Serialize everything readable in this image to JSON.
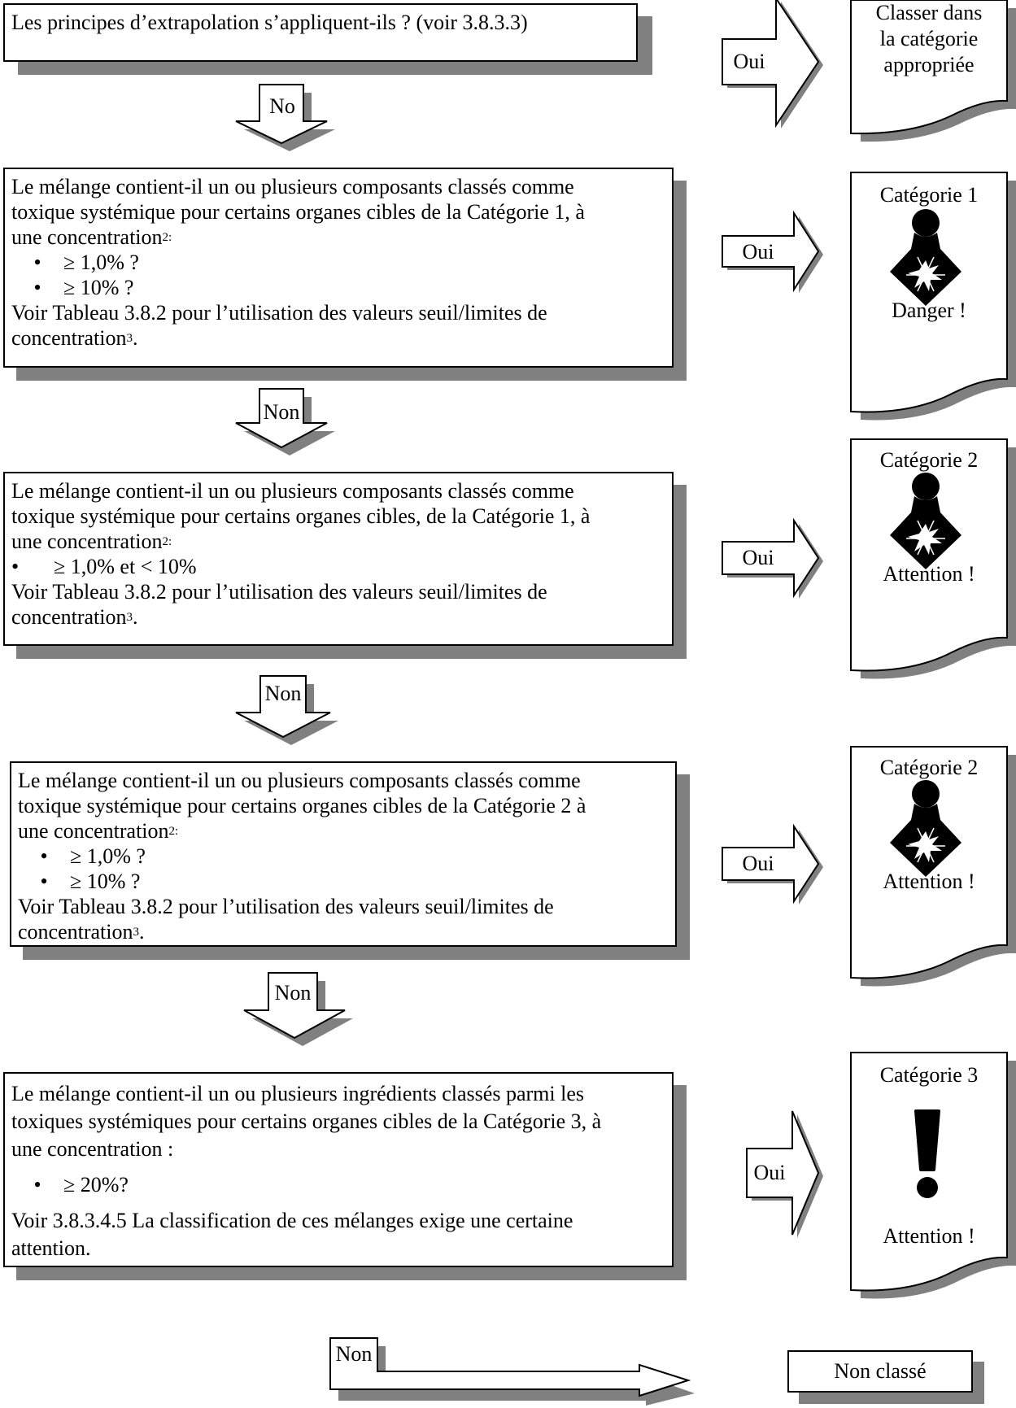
{
  "q1": {
    "text": "Les principes d’extrapolation s’appliquent-ils ? (voir 3.8.3.3)"
  },
  "q2": {
    "line1": "Le mélange contient-il un ou plusieurs composants classés comme",
    "line2": "toxique systémique pour certains organes cibles de la Catégorie 1, à",
    "line3": "une concentration",
    "sup1": "2:",
    "bullets": [
      "≥ 1,0% ?",
      "≥ 10% ?"
    ],
    "line4": "Voir Tableau 3.8.2 pour l’utilisation des valeurs seuil/limites de",
    "line5": "concentration",
    "sup2": "3",
    "end": "."
  },
  "q3": {
    "line1": "Le mélange contient-il un ou plusieurs composants classés comme",
    "line2": "toxique systémique pour certains organes cibles, de la Catégorie 1, à",
    "line3": "une concentration",
    "sup1": "2:",
    "bullets": [
      "≥ 1,0% et < 10%"
    ],
    "line4": "Voir Tableau 3.8.2 pour l’utilisation des valeurs seuil/limites de",
    "line5": "concentration",
    "sup2": "3",
    "end": "."
  },
  "q4": {
    "line1": "Le mélange contient-il un ou plusieurs composants classés comme",
    "line2": "toxique systémique pour certains organes cibles de la Catégorie 2 à",
    "line3": "une concentration",
    "sup1": "2:",
    "bullets": [
      "≥ 1,0% ?",
      "≥ 10% ?"
    ],
    "line4": "Voir Tableau 3.8.2 pour l’utilisation des valeurs seuil/limites de",
    "line5": "concentration",
    "sup2": "3",
    "end": "."
  },
  "q5": {
    "line1": "Le mélange contient-il un ou plusieurs ingrédients classés parmi les",
    "line2": "toxiques systémiques pour certains organes cibles de la Catégorie 3, à",
    "line3": "une concentration :",
    "bullets": [
      "≥ 20%?"
    ],
    "line4": "Voir 3.8.3.4.5 La classification de ces mélanges exige une certaine",
    "line5": "attention."
  },
  "arrows": {
    "oui": "Oui",
    "no": "No",
    "non": "Non"
  },
  "results": {
    "r1": {
      "line1": "Classer dans",
      "line2": "la catégorie",
      "line3": "appropriée"
    },
    "r2": {
      "title": "Catégorie 1",
      "signal": "Danger !",
      "pictogram": "health-hazard"
    },
    "r3": {
      "title": "Catégorie 2",
      "signal": "Attention !",
      "pictogram": "health-hazard"
    },
    "r4": {
      "title": "Catégorie 2",
      "signal": "Attention !",
      "pictogram": "health-hazard"
    },
    "r5": {
      "title": "Catégorie 3",
      "signal": "Attention !",
      "pictogram": "exclamation-mark"
    },
    "final": "Non classé"
  }
}
